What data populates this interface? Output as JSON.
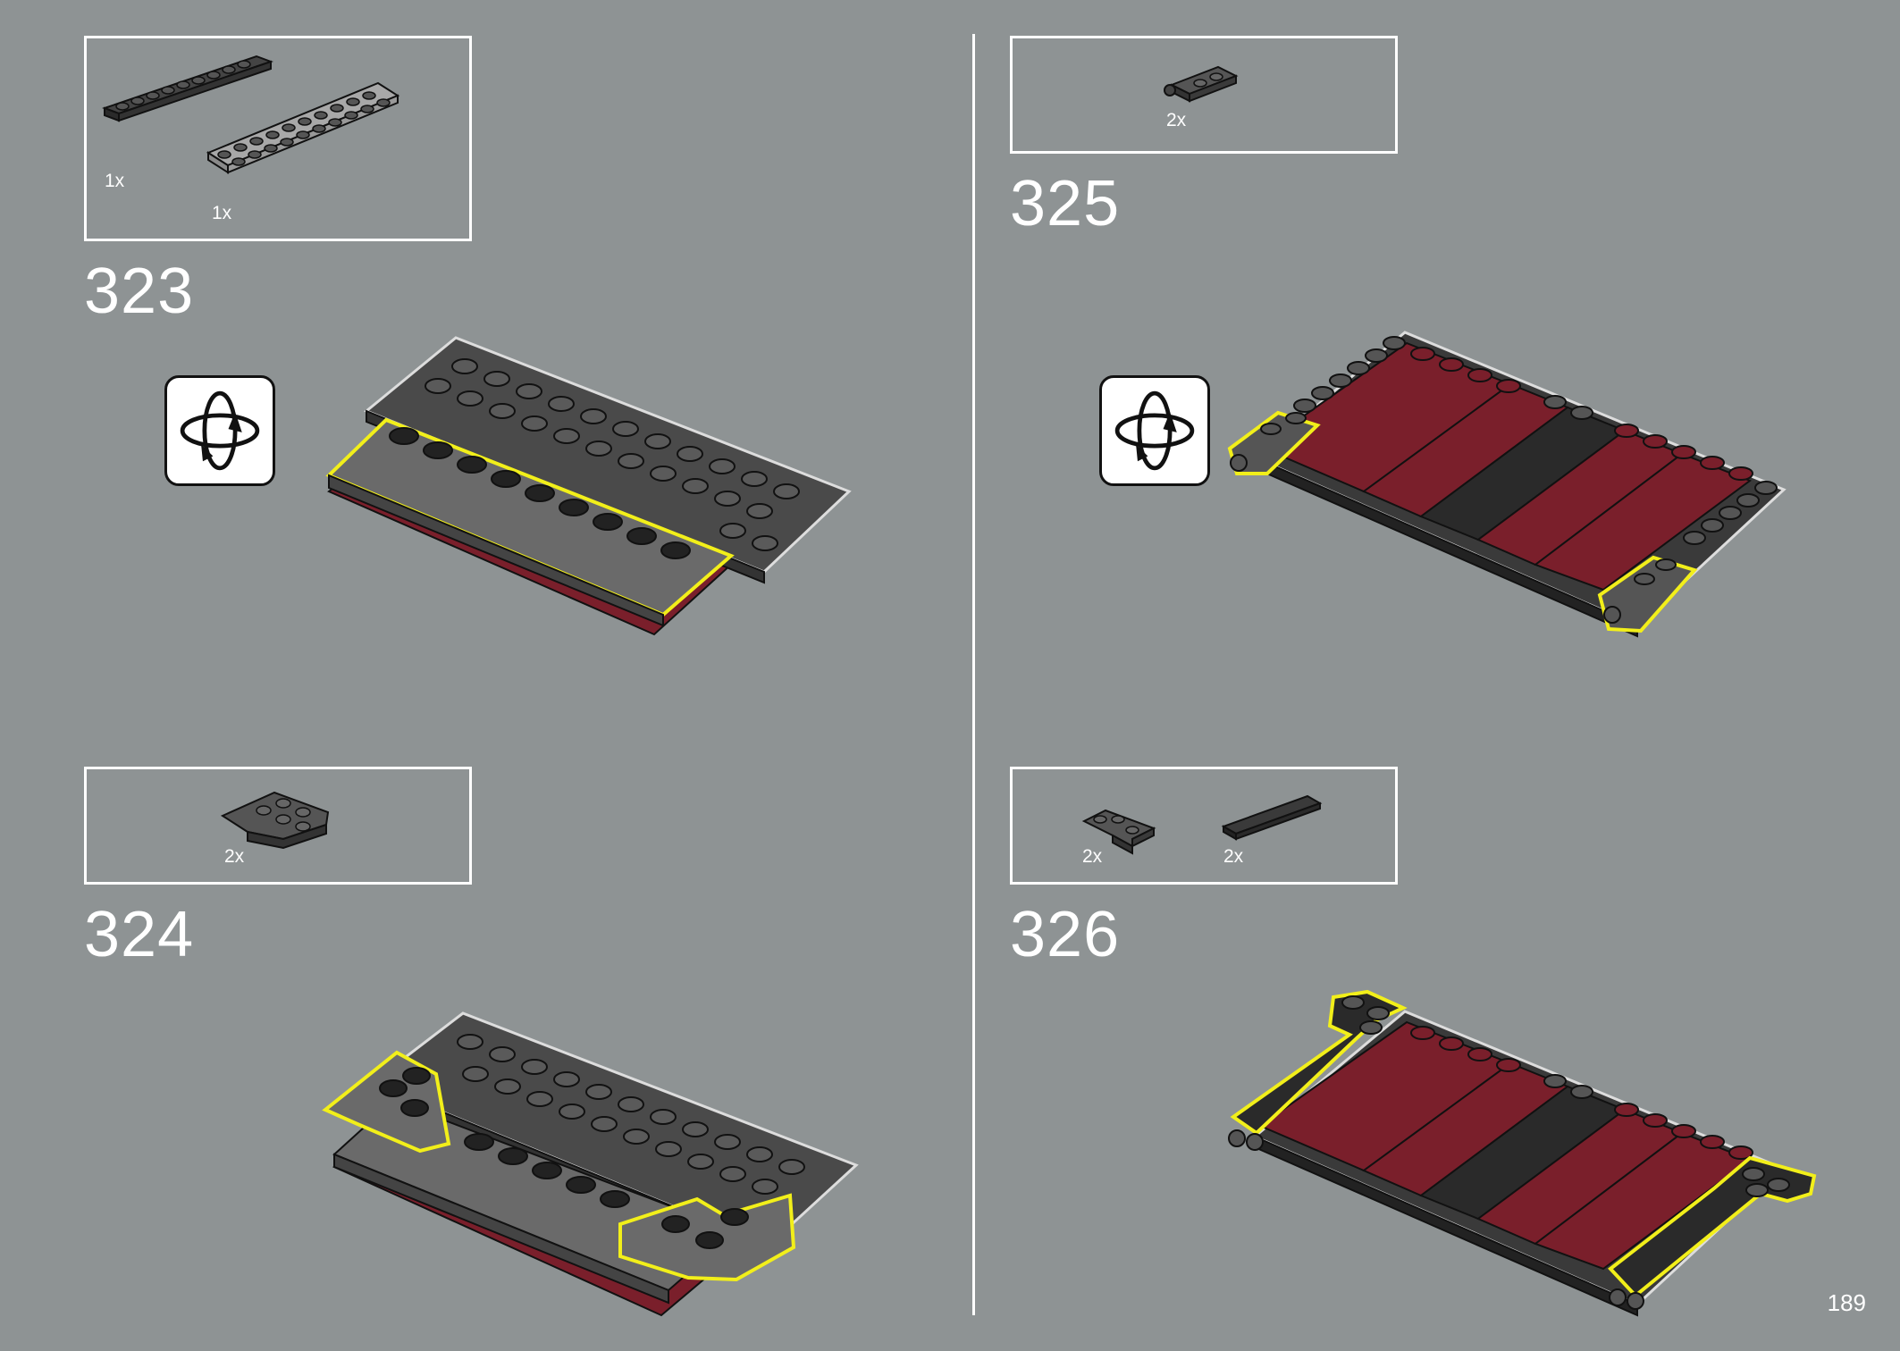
{
  "page_number": "189",
  "steps": [
    {
      "number": "323",
      "parts": [
        {
          "qty": "1x",
          "name": "dark-gray-1x10-plate"
        },
        {
          "qty": "1x",
          "name": "light-gray-2x10-plate"
        }
      ],
      "rotate": true
    },
    {
      "number": "324",
      "parts": [
        {
          "qty": "2x",
          "name": "dark-gray-wedge-plate"
        }
      ],
      "rotate": false
    },
    {
      "number": "325",
      "parts": [
        {
          "qty": "2x",
          "name": "dark-gray-clip-plate"
        }
      ],
      "rotate": true
    },
    {
      "number": "326",
      "parts": [
        {
          "qty": "2x",
          "name": "dark-gray-corner-plate"
        },
        {
          "qty": "2x",
          "name": "dark-gray-1x6-tile"
        }
      ],
      "rotate": false
    }
  ],
  "icons": {
    "rotate": "rotate-model-icon"
  },
  "colors": {
    "background": "#8e9394",
    "dark_red": "#7a1f2b",
    "dark_gray": "#3a3a3a",
    "highlight": "#f2ef1a"
  }
}
